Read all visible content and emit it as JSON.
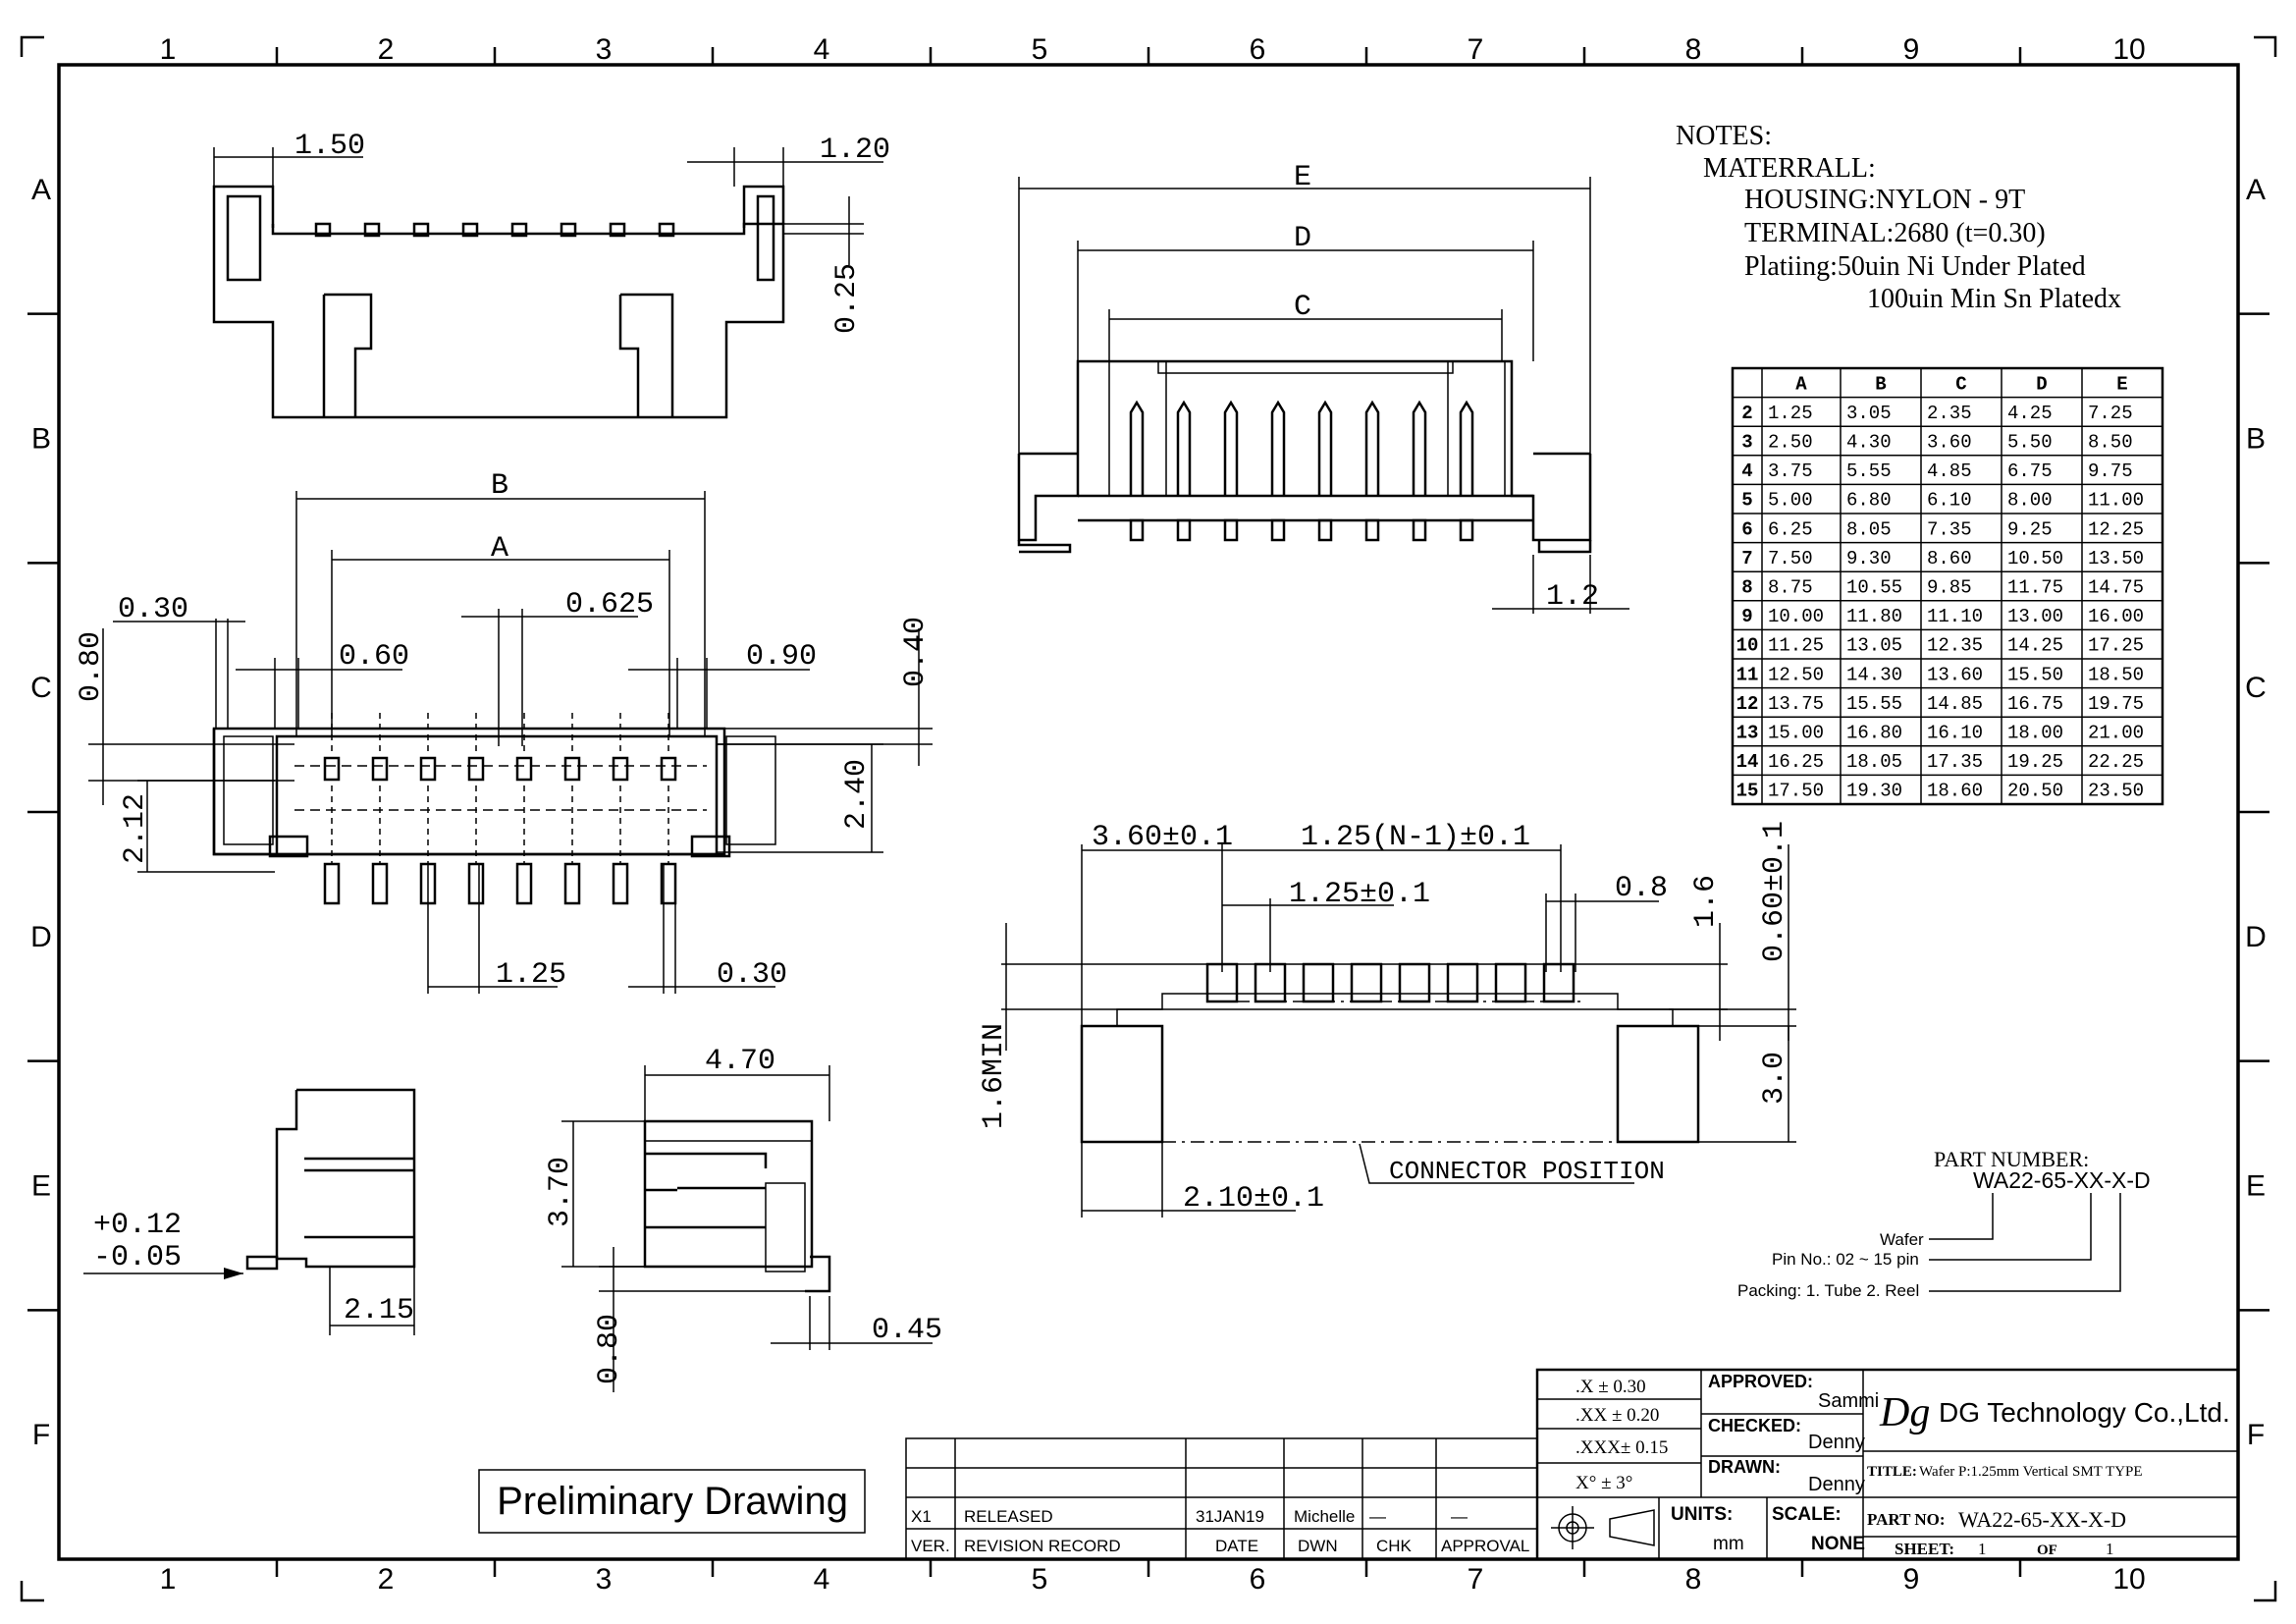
{
  "zones": {
    "cols": [
      "1",
      "2",
      "3",
      "4",
      "5",
      "6",
      "7",
      "8",
      "9",
      "10"
    ],
    "rows": [
      "A",
      "B",
      "C",
      "D",
      "E",
      "F"
    ]
  },
  "notes": {
    "heading": "NOTES:",
    "material": "MATERRALL:",
    "housing": "HOUSING:NYLON - 9T",
    "terminal": "TERMINAL:2680 (t=0.30)",
    "plating1": "Platiing:50uin Ni Under Plated",
    "plating2": "100uin Min Sn Platedx"
  },
  "dim_table": {
    "headers": [
      "",
      "A",
      "B",
      "C",
      "D",
      "E"
    ],
    "rows": [
      [
        "2",
        "1.25",
        "3.05",
        "2.35",
        "4.25",
        "7.25"
      ],
      [
        "3",
        "2.50",
        "4.30",
        "3.60",
        "5.50",
        "8.50"
      ],
      [
        "4",
        "3.75",
        "5.55",
        "4.85",
        "6.75",
        "9.75"
      ],
      [
        "5",
        "5.00",
        "6.80",
        "6.10",
        "8.00",
        "11.00"
      ],
      [
        "6",
        "6.25",
        "8.05",
        "7.35",
        "9.25",
        "12.25"
      ],
      [
        "7",
        "7.50",
        "9.30",
        "8.60",
        "10.50",
        "13.50"
      ],
      [
        "8",
        "8.75",
        "10.55",
        "9.85",
        "11.75",
        "14.75"
      ],
      [
        "9",
        "10.00",
        "11.80",
        "11.10",
        "13.00",
        "16.00"
      ],
      [
        "10",
        "11.25",
        "13.05",
        "12.35",
        "14.25",
        "17.25"
      ],
      [
        "11",
        "12.50",
        "14.30",
        "13.60",
        "15.50",
        "18.50"
      ],
      [
        "12",
        "13.75",
        "15.55",
        "14.85",
        "16.75",
        "19.75"
      ],
      [
        "13",
        "15.00",
        "16.80",
        "16.10",
        "18.00",
        "21.00"
      ],
      [
        "14",
        "16.25",
        "18.05",
        "17.35",
        "19.25",
        "22.25"
      ],
      [
        "15",
        "17.50",
        "19.30",
        "18.60",
        "20.50",
        "23.50"
      ]
    ]
  },
  "dims": {
    "top_150": "1.50",
    "top_120": "1.20",
    "top_025": "0.25",
    "B": "B",
    "A": "A",
    "d030": "0.30",
    "d0625": "0.625",
    "d060": "0.60",
    "d090": "0.90",
    "d040": "0.40",
    "d080": "0.80",
    "d240": "2.40",
    "d212": "2.12",
    "d125": "1.25",
    "d030b": "0.30",
    "E": "E",
    "D": "D",
    "C": "C",
    "d12": "1.2",
    "p360": "3.60±0.1",
    "p125n": "1.25(N-1)±0.1",
    "p125": "1.25±0.1",
    "p08": "0.8",
    "p16": "1.6",
    "p060": "0.60±0.1",
    "p16min": "1.6MIN",
    "p30": "3.0",
    "p210": "2.10±0.1",
    "conn_pos": "CONNECTOR POSITION",
    "tol_plus": "+0.12",
    "tol_minus": "-0.05",
    "d215": "2.15",
    "d470": "4.70",
    "d370": "3.70",
    "d080b": "0.80",
    "d045": "0.45"
  },
  "part_number": {
    "label": "PART NUMBER:",
    "value": "WA22-65-XX-X-D",
    "wafer": "Wafer",
    "pin_no": "Pin No.: 02 ~ 15 pin",
    "packing": "Packing: 1. Tube 2. Reel"
  },
  "preliminary": "Preliminary Drawing",
  "revision": {
    "row": [
      "X1",
      "RELEASED",
      "31JAN19",
      "Michelle",
      "—",
      "—"
    ],
    "header": [
      "VER.",
      "REVISION  RECORD",
      "DATE",
      "DWN",
      "CHK",
      "APPROVAL"
    ]
  },
  "tolerances": [
    ".X  ±  0.30",
    ".XX ±  0.20",
    ".XXX±  0.15",
    "X° ±  3°"
  ],
  "approvals": {
    "approved_label": "APPROVED:",
    "approved": "Sammi",
    "checked_label": "CHECKED:",
    "checked": "Denny",
    "drawn_label": "DRAWN:",
    "drawn": "Denny"
  },
  "company": "DG Technology Co.,Ltd.",
  "title_label": "TITLE:",
  "title": "Wafer P:1.25mm Vertical SMT TYPE",
  "units_label": "UNITS:",
  "units": "mm",
  "scale_label": "SCALE:",
  "scale": "NONE",
  "part_no_label": "PART NO:",
  "part_no": "WA22-65-XX-X-D",
  "sheet_label": "SHEET:",
  "sheet": "1",
  "of_label": "OF",
  "of": "1"
}
